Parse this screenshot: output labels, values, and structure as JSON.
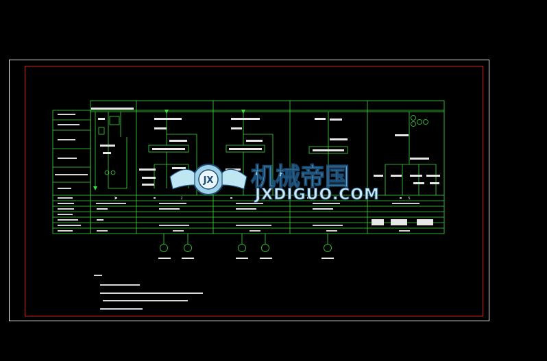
{
  "watermark": {
    "cn": "机械帝国",
    "en": "JXDIGUO.COM",
    "badge": "JX"
  },
  "colors": {
    "line": "#3fdc3f",
    "frame": "#e8e8e8",
    "border": "#dd1111",
    "label": "#e8e8e8"
  },
  "panels": [
    "1",
    "2",
    "3",
    "4",
    "5"
  ]
}
